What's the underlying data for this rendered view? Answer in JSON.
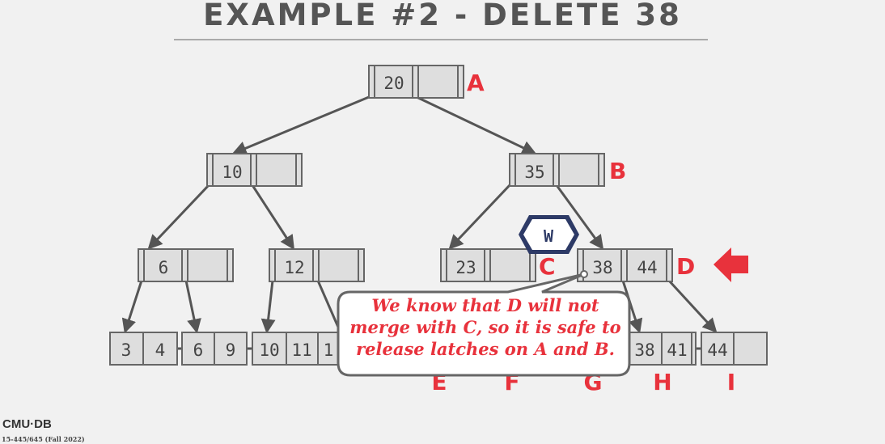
{
  "title": "EXAMPLE #2 - DELETE 38",
  "footer": {
    "logo": "CMU·DB",
    "course": "15-445/645 (Fall 2022)"
  },
  "latch": {
    "label": "W"
  },
  "callout": {
    "lines": [
      "We know that D will not",
      "merge with C, so it is safe to",
      "release latches on A and B."
    ]
  },
  "nodes": [
    {
      "id": "A",
      "keys": [
        "20",
        ""
      ]
    },
    {
      "id": "B",
      "keys": [
        "35",
        ""
      ]
    },
    {
      "id": "n10",
      "keys": [
        "10",
        ""
      ]
    },
    {
      "id": "n6",
      "keys": [
        "6",
        ""
      ]
    },
    {
      "id": "n12",
      "keys": [
        "12",
        ""
      ]
    },
    {
      "id": "C",
      "keys": [
        "23",
        ""
      ]
    },
    {
      "id": "D",
      "keys": [
        "38",
        "44"
      ]
    },
    {
      "id": "leaf1",
      "keys": [
        "3",
        "4"
      ]
    },
    {
      "id": "leaf2",
      "keys": [
        "6",
        "9"
      ]
    },
    {
      "id": "leaf3",
      "keys": [
        "10",
        "11"
      ]
    },
    {
      "id": "leaf4",
      "keys": [
        "1"
      ]
    },
    {
      "id": "H",
      "keys": [
        "38",
        "41"
      ]
    },
    {
      "id": "I",
      "keys": [
        "44",
        ""
      ]
    }
  ],
  "labels": [
    "A",
    "B",
    "C",
    "D",
    "E",
    "F",
    "G",
    "H",
    "I"
  ],
  "colors": {
    "accent": "#e8323c",
    "node_fill": "#dedede",
    "node_stroke": "#666",
    "edge": "#555",
    "latch": "#2d3a66"
  }
}
